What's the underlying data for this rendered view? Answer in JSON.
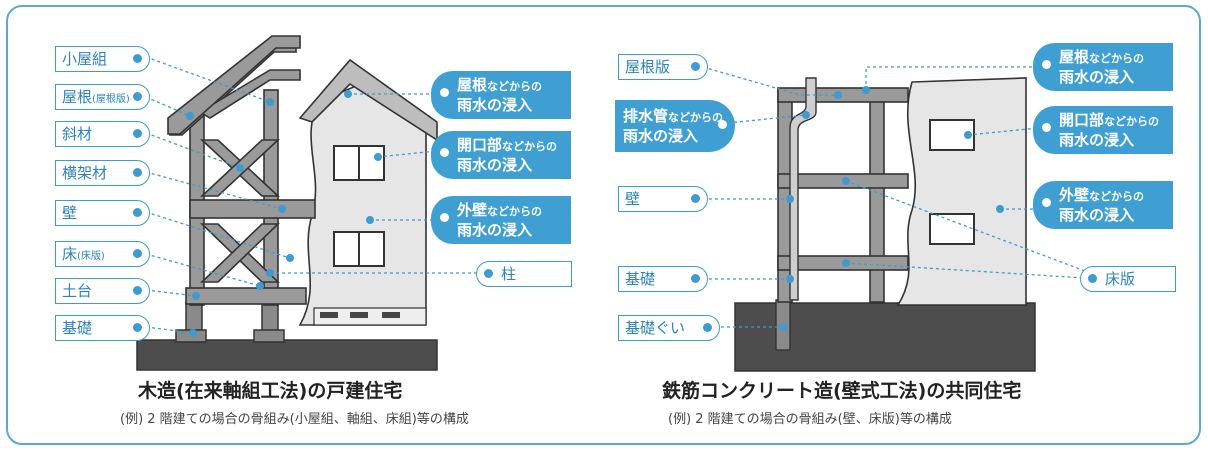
{
  "colors": {
    "accent": "#3f9fd3",
    "frame": "#5aa9d2",
    "ground": "#4d4d4d"
  },
  "left": {
    "labels": {
      "koyagumi": "小屋組",
      "yane_main": "屋根",
      "yane_sub": "(屋根版)",
      "shazai": "斜材",
      "yokokazai": "横架材",
      "kabe": "壁",
      "yuka_main": "床",
      "yuka_sub": "(床版)",
      "dodai": "土台",
      "kiso": "基礎",
      "hashira": "柱"
    },
    "bubbles": {
      "roof_1": "屋根",
      "roof_2": "などからの",
      "roof_3": "雨水の浸入",
      "open_1": "開口部",
      "open_2": "などからの",
      "open_3": "雨水の浸入",
      "wall_1": "外壁",
      "wall_2": "などからの",
      "wall_3": "雨水の浸入"
    },
    "title": "木造(在来軸組工法)の戸建住宅",
    "subtitle": "(例) 2 階建ての場合の骨組み(小屋組、軸組、床組)等の構成"
  },
  "right": {
    "labels": {
      "yaneban": "屋根版",
      "kabe": "壁",
      "kiso": "基礎",
      "kisogui": "基礎ぐい",
      "yukaban": "床版"
    },
    "bubbles": {
      "drain_1": "排水管",
      "drain_2": "などからの",
      "drain_3": "雨水の浸入",
      "roof_1": "屋根",
      "roof_2": "などからの",
      "roof_3": "雨水の浸入",
      "open_1": "開口部",
      "open_2": "などからの",
      "open_3": "雨水の浸入",
      "wall_1": "外壁",
      "wall_2": "などからの",
      "wall_3": "雨水の浸入"
    },
    "title": "鉄筋コンクリート造(壁式工法)の共同住宅",
    "subtitle": "(例) 2 階建ての場合の骨組み(壁、床版)等の構成"
  }
}
